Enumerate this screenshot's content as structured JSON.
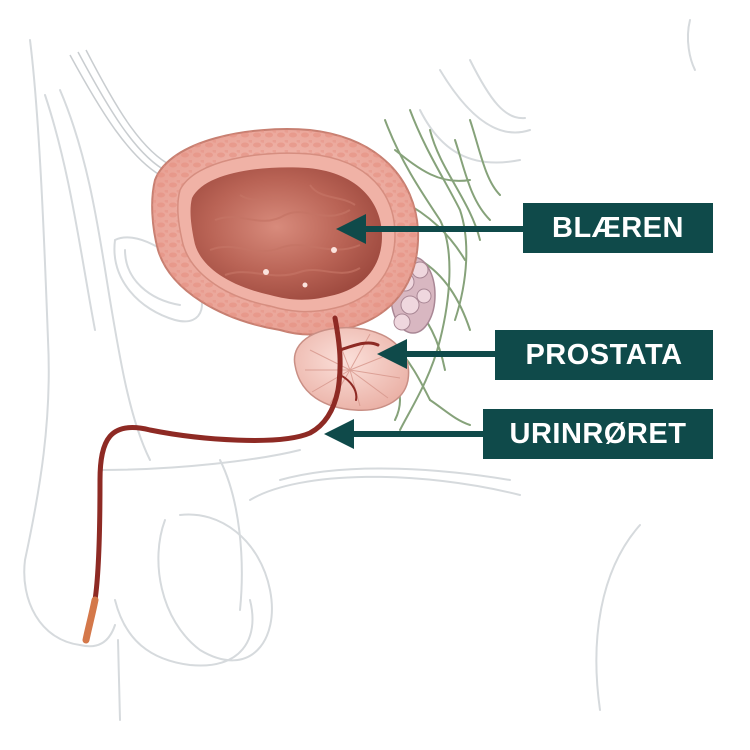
{
  "labels": {
    "bladder": "BLÆREN",
    "prostate": "PROSTATA",
    "urethra": "URINRØRET"
  },
  "colors": {
    "label_background": "#0f4a4a",
    "label_text": "#ffffff",
    "arrow": "#0f4a4a",
    "body_outline": "#d4d8dc",
    "bladder_wall": "#f3b8ad",
    "bladder_inner": "#b95f52",
    "prostate": "#f4c9c1",
    "urethra": "#8e2a24",
    "nerves": "#7d9a6e"
  }
}
